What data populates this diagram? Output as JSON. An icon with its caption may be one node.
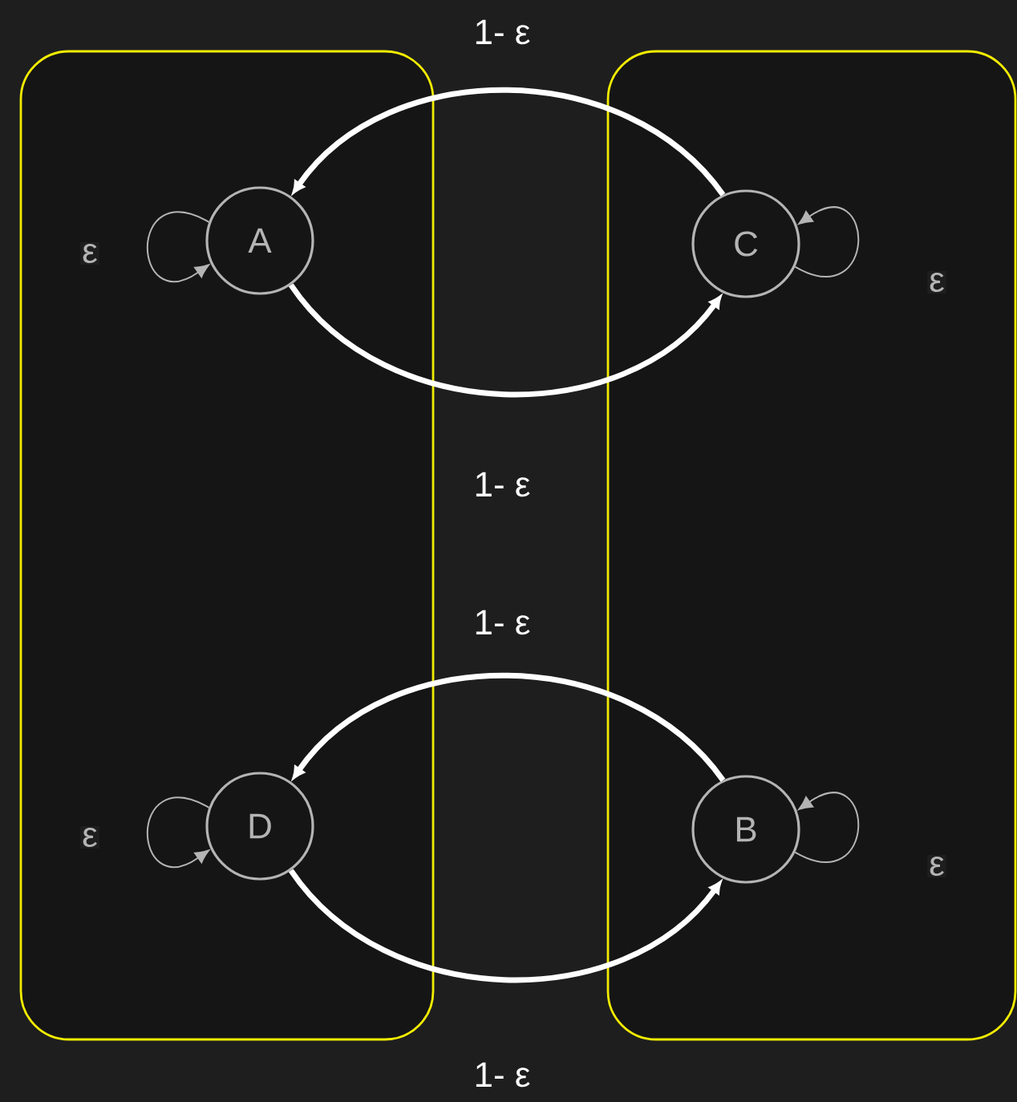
{
  "diagram": {
    "nodes": [
      {
        "text": [],
        "shape": "box"
      },
      {
        "text": [
          "A"
        ],
        "in": 0
      },
      {
        "text": [
          "D"
        ],
        "in": 0
      },
      {
        "text": [],
        "shape": "box"
      },
      {
        "text": [
          "C"
        ],
        "in": 3
      },
      {
        "text": [
          "B"
        ],
        "in": 3
      }
    ],
    "edges": [
      {
        "from": 4,
        "to": 1,
        "arrow": "to",
        "label": "1- ε",
        "style": "thick"
      },
      {
        "from": 1,
        "to": 4,
        "arrow": "to",
        "label": "1- ε",
        "style": "thick"
      },
      {
        "from": 1,
        "to": 1,
        "arrow": "to",
        "label": "ε"
      },
      {
        "from": 4,
        "to": 4,
        "arrow": "to",
        "label": "ε"
      },
      {
        "from": 5,
        "to": 2,
        "arrow": "to",
        "label": "1- ε",
        "style": "thick"
      },
      {
        "from": 2,
        "to": 5,
        "arrow": "to",
        "label": "1- ε",
        "style": "thick"
      },
      {
        "from": 2,
        "to": 2,
        "arrow": "to",
        "label": "ε"
      },
      {
        "from": 5,
        "to": 5,
        "arrow": "to",
        "label": "ε"
      }
    ]
  }
}
